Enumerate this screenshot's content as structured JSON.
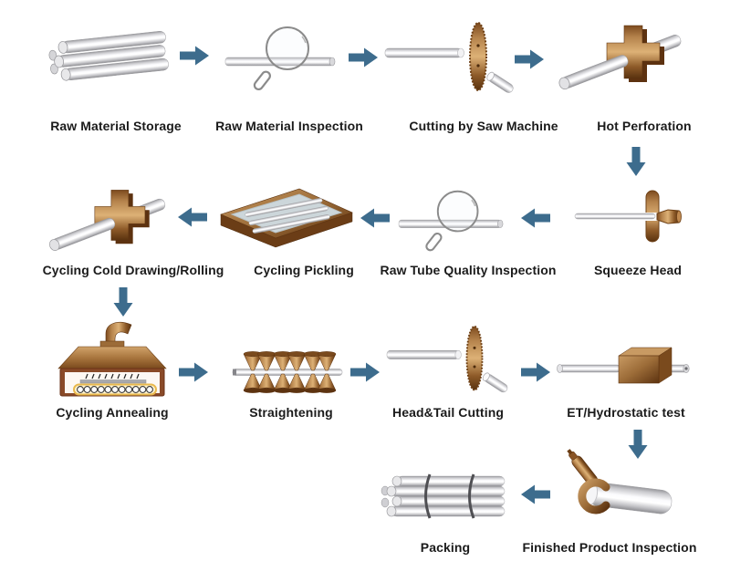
{
  "colors": {
    "arrow": "#3d6c8d",
    "text": "#1b1b1b",
    "copper": "#a8763f",
    "copper_dark": "#5d3310",
    "steel": "#c9c9cd",
    "furnace_glow": "#e9b94d",
    "pickling_liquid": "#ccd6da"
  },
  "steps": [
    {
      "label": "Raw Material Storage",
      "icon": "tube-bundle-icon"
    },
    {
      "label": "Raw Material Inspection",
      "icon": "magnifier-tube-icon"
    },
    {
      "label": "Cutting by Saw Machine",
      "icon": "saw-cutting-icon"
    },
    {
      "label": "Hot Perforation",
      "icon": "cross-die-icon"
    },
    {
      "label": "Squeeze Head",
      "icon": "squeeze-head-icon"
    },
    {
      "label": "Raw Tube Quality Inspection",
      "icon": "magnifier-tube-icon"
    },
    {
      "label": "Cycling Pickling",
      "icon": "pickling-tray-icon"
    },
    {
      "label": "Cycling Cold Drawing/Rolling",
      "icon": "cross-die-icon"
    },
    {
      "label": "Cycling Annealing",
      "icon": "furnace-icon"
    },
    {
      "label": "Straightening",
      "icon": "rollers-icon"
    },
    {
      "label": "Head&Tail Cutting",
      "icon": "saw-cutting-icon"
    },
    {
      "label": "ET/Hydrostatic test",
      "icon": "test-box-icon"
    },
    {
      "label": "Finished Product Inspection",
      "icon": "gauge-tube-icon"
    },
    {
      "label": "Packing",
      "icon": "packed-bundle-icon"
    }
  ]
}
